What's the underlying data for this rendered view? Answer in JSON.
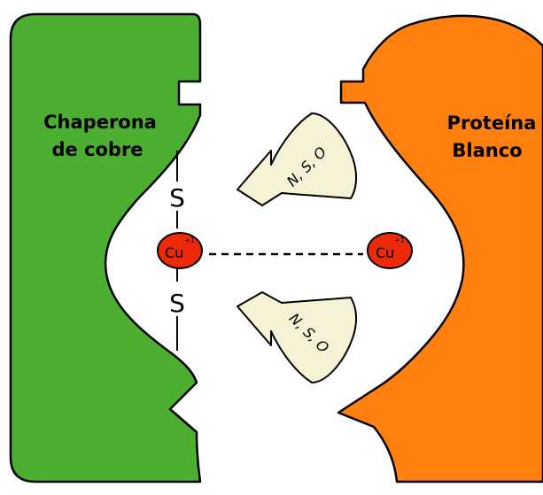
{
  "colors": {
    "chaperone": "#4caf31",
    "target": "#ff7f0f",
    "arrow_fill": "#f6f2d6",
    "copper": "#ec2a0a",
    "stroke": "#000000"
  },
  "chaperone": {
    "label_line1": "Chaperona",
    "label_line2": "de cobre"
  },
  "target": {
    "label_line1": "Proteína",
    "label_line2": "Blanco"
  },
  "ligand_upper": {
    "label": "N, S, O"
  },
  "ligand_lower": {
    "label": "N, S, O"
  },
  "sulfur_upper": {
    "label": "S"
  },
  "sulfur_lower": {
    "label": "S"
  },
  "copper_left": {
    "symbol": "Cu",
    "charge": "+1"
  },
  "copper_right": {
    "symbol": "Cu",
    "charge": "+1"
  }
}
